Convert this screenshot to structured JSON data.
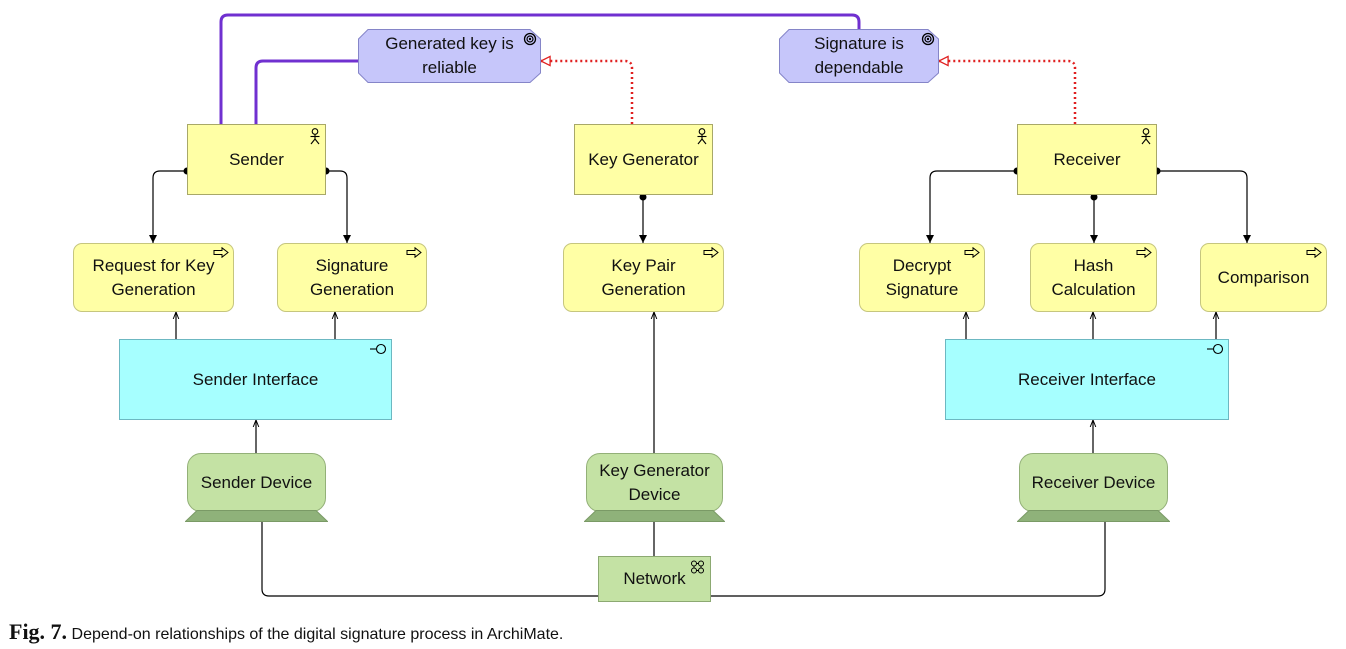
{
  "goals": {
    "generated_key": "Generated key is\nreliable",
    "signature": "Signature is\ndependable"
  },
  "actors": {
    "sender": "Sender",
    "key_generator": "Key Generator",
    "receiver": "Receiver"
  },
  "processes": {
    "request_key": "Request for Key\nGeneration",
    "signature_generation": "Signature\nGeneration",
    "key_pair": "Key Pair\nGeneration",
    "decrypt": "Decrypt\nSignature",
    "hash": "Hash\nCalculation",
    "comparison": "Comparison"
  },
  "interfaces": {
    "sender": "Sender Interface",
    "receiver": "Receiver Interface"
  },
  "devices": {
    "sender": "Sender Device",
    "key_generator": "Key Generator\nDevice",
    "receiver": "Receiver Device"
  },
  "network": "Network",
  "caption": {
    "label": "Fig. 7.",
    "text": "Depend-on relationships of the digital signature process in ArchiMate."
  },
  "colors": {
    "actor_fill": "#ffffa5",
    "interface_fill": "#a6ffff",
    "goal_fill": "#c6c6fa",
    "device_fill": "#c4e2a4",
    "purple_line": "#7030d0",
    "influence_line": "#e02020"
  }
}
